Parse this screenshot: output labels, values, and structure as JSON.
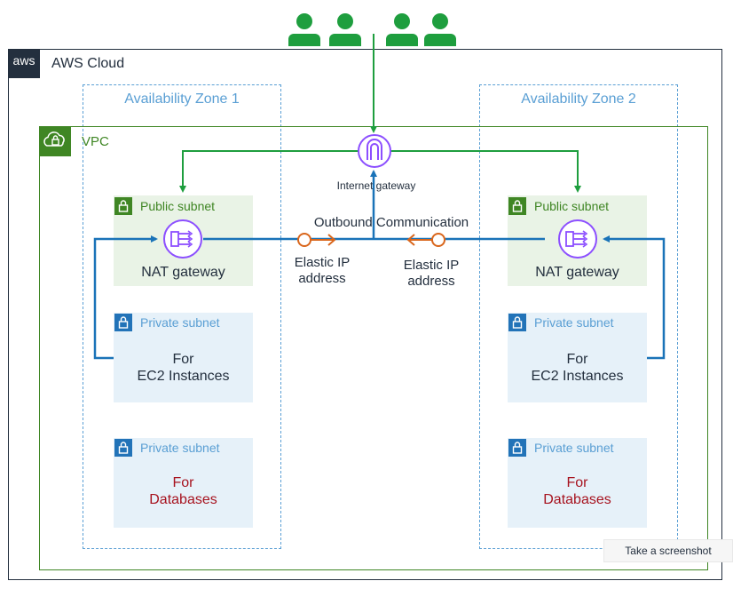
{
  "cloud": {
    "badge": "aws",
    "label": "AWS Cloud"
  },
  "zones": [
    "Availability Zone 1",
    "Availability Zone 2"
  ],
  "vpc": {
    "label": "VPC"
  },
  "subnets": {
    "public": "Public subnet",
    "private": "Private subnet"
  },
  "nat_label": "NAT gateway",
  "ec2_label": [
    "For",
    "EC2 Instances"
  ],
  "db_label": [
    "For",
    "Databases"
  ],
  "igw_label": "Internet gateway",
  "outbound_label": "Outbound Communication",
  "eip_label": [
    "Elastic IP",
    "address"
  ],
  "tooltip": "Take a screenshot",
  "colors": {
    "green": "#1e9e3e",
    "blue": "#1a73b8",
    "orange": "#d9661c",
    "purple": "#8c4fff",
    "vpc_green": "#3f8624"
  },
  "icons": {
    "users": "user-icon",
    "gateway": "internet-gateway-icon",
    "nat": "nat-gateway-icon",
    "lock": "lock-icon",
    "eip": "elastic-ip-icon"
  }
}
